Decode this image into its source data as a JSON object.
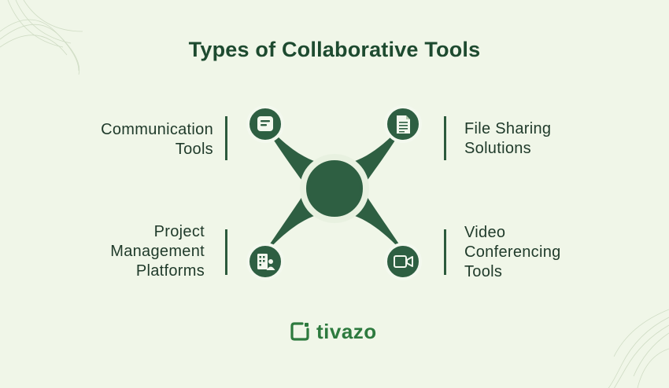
{
  "title": "Types of Collaborative Tools",
  "items": [
    {
      "lines": [
        "Communication",
        "Tools"
      ],
      "icon": "chat-icon"
    },
    {
      "lines": [
        "File Sharing",
        "Solutions"
      ],
      "icon": "document-icon"
    },
    {
      "lines": [
        "Project",
        "Management",
        "Platforms"
      ],
      "icon": "team-building-icon"
    },
    {
      "lines": [
        "Video",
        "Conferencing",
        "Tools"
      ],
      "icon": "video-camera-icon"
    }
  ],
  "brand": "tivazo",
  "colors": {
    "background": "#f0f6e8",
    "primary": "#2e5f42",
    "dark": "#1d4a2f",
    "brand_green": "#2d7a3e"
  }
}
